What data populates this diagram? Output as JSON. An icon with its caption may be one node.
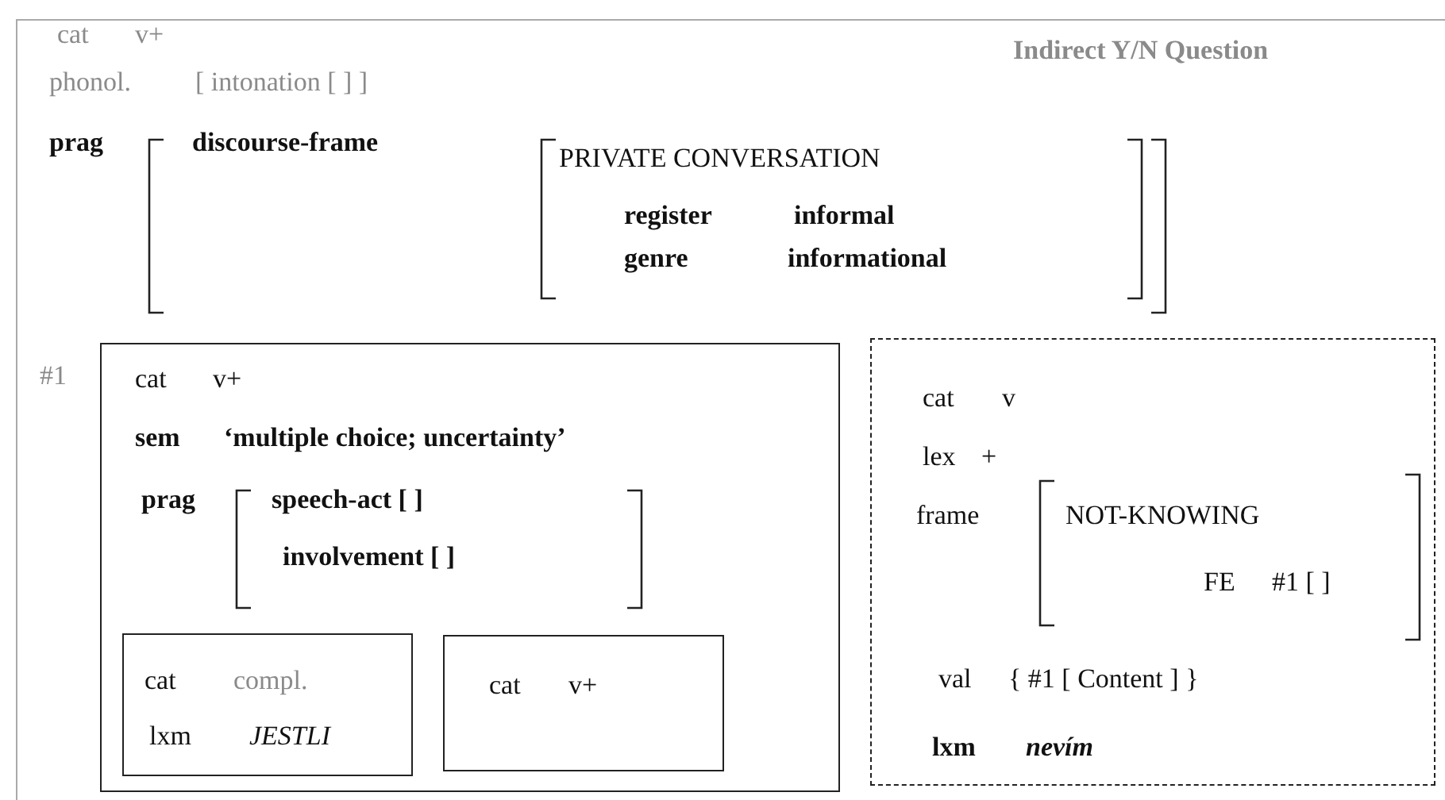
{
  "diagram": {
    "title": "Indirect Y/N Question",
    "nodes": [
      {
        "text": [
          "cat",
          "v+",
          "phonol.",
          "[ intonation [ ] ]",
          "prag",
          "discourse-frame",
          "PRIVATE CONVERSATION",
          "register",
          "informal",
          "genre",
          "informational",
          "#1"
        ]
      },
      {
        "text": [
          "cat",
          "v+",
          "sem",
          "‘multiple choice; uncertainty’",
          "prag",
          "speech-act [ ]",
          "involvement [ ]"
        ],
        "in": 0
      },
      {
        "text": [
          "cat",
          "compl.",
          "lxm",
          "JESTLI"
        ],
        "in": 1
      },
      {
        "text": [
          "cat",
          "v+"
        ],
        "in": 1
      },
      {
        "text": [
          "cat",
          "v",
          "lex",
          "+",
          "frame",
          "NOT-KNOWING",
          "FE",
          "#1 [ ]",
          "val",
          "{ #1 [ Content ] }",
          "lxm",
          "nevím"
        ],
        "in": 0
      }
    ]
  }
}
